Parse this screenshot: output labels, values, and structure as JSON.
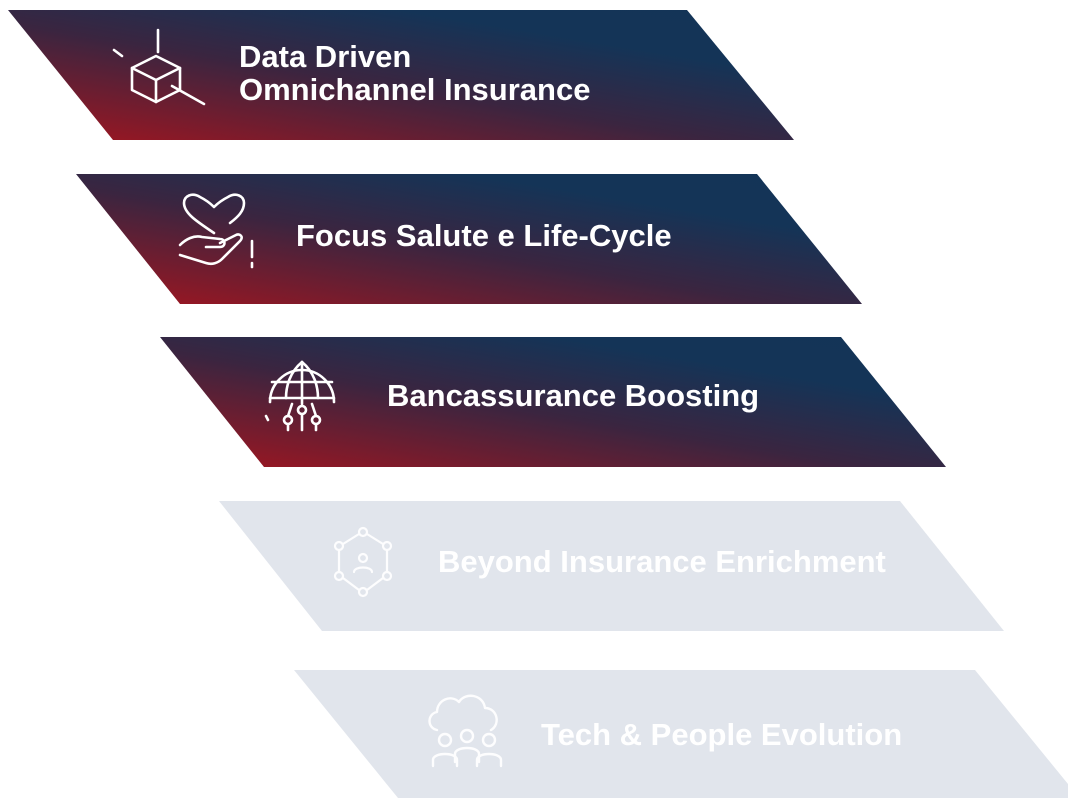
{
  "colors": {
    "active_start": "#a3151f",
    "active_mid": "#4a2238",
    "active_end": "#143457",
    "inactive_fill": "#e1e5ec",
    "icon_stroke": "#ffffff"
  },
  "items": [
    {
      "label_line1": "Data Driven",
      "label_line2": "Omnichannel Insurance",
      "icon": "box-cursor-icon",
      "state": "active"
    },
    {
      "label": "Focus Salute e Life-Cycle",
      "icon": "heart-hand-icon",
      "state": "active"
    },
    {
      "label": "Bancassurance Boosting",
      "icon": "globe-network-icon",
      "state": "active"
    },
    {
      "label": "Beyond Insurance Enrichment",
      "icon": "network-nodes-icon",
      "state": "inactive"
    },
    {
      "label": "Tech & People Evolution",
      "icon": "cloud-people-icon",
      "state": "inactive"
    }
  ]
}
